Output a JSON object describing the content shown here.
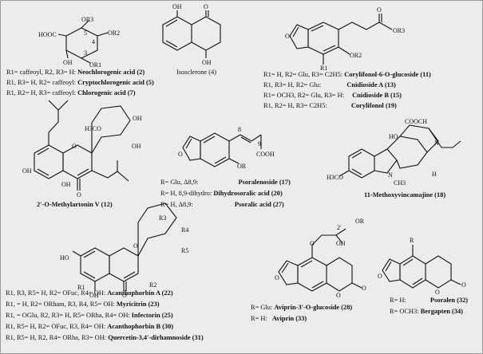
{
  "c1": {
    "ring_labels": {
      "o3": "OR3",
      "o2": "OR2",
      "o1": "OR1",
      "n5": "5",
      "n4": "4",
      "n3": "3",
      "hooc": "HOOC",
      "oh": "OH"
    },
    "entries": [
      {
        "subs": "R1= caffeoyl, R2, R3= H:",
        "name": "Neochlorogenic acid",
        "num": "(2)"
      },
      {
        "subs": "R1, R3= H, R2= caffeoyl:",
        "name": "Cryptochlorogenic acid",
        "num": "(5)"
      },
      {
        "subs": "R1, R2= H, R3= caffeoyl:",
        "name": "Chlorogenic acid",
        "num": "(7)"
      }
    ]
  },
  "c2": {
    "labels": {
      "oh": "OH",
      "o": "O",
      "oh2": "OH"
    },
    "name": "Isosclerone (4)"
  },
  "c3": {
    "labels": {
      "o": "O",
      "carbonyl_o": "O",
      "or3": "OR3",
      "or2": "OR2",
      "r1": "R1"
    },
    "entries": [
      {
        "subs": "R1= H, R2= Glu, R3= C2H5:",
        "name": "Corylifonol-6-O-glucoside (11)"
      },
      {
        "subs": "R1, R3= H, R2= Glu:",
        "name": "Cnidioside A (13)"
      },
      {
        "subs": "R1= OCH3, R2= Glu, R3= H:",
        "name": "Cnidioside B (15)"
      },
      {
        "subs": "R1, R2= H, R3= C2H5:",
        "name": "Corylifonol (19)"
      }
    ]
  },
  "c4": {
    "labels": {
      "h3co": "H3CO",
      "oh1": "OH",
      "oh2": "OH",
      "oh3": "OH",
      "oh4": "OH",
      "o": "O",
      "oh5": "OH",
      "o2": "O"
    },
    "name": "2′-O-Methylartonin V (12)"
  },
  "c5": {
    "labels": {
      "n8": "8",
      "n9": "9",
      "cooh": "COOH",
      "o": "O",
      "or": "OR"
    },
    "entries": [
      {
        "subs": "R= Glu, Δ8,9:",
        "name": "Psoralenoside (17)"
      },
      {
        "subs": "R= H, 8,9-dihydro:",
        "name": "Dihydrosoralic acid (20)"
      },
      {
        "subs": "R= H, Δ8,9:",
        "name": "Psoralic acid (27)"
      }
    ]
  },
  "c6": {
    "labels": {
      "cooch": "COOCH",
      "ho": "HO",
      "n": "N",
      "h3co": "H3CO",
      "nb": "N",
      "ch3": "CH3",
      "h": "H"
    },
    "name": "11-Methoxyvincamajine (18)"
  },
  "c7": {
    "labels": {
      "r3": "R3",
      "r4": "R4",
      "r5": "R5",
      "ho": "HO",
      "oh": "OH",
      "o": "O",
      "r2": "R2",
      "r1": "R1",
      "o2": "O"
    },
    "entries": [
      {
        "subs": "R1, R3, R5= H, R2= OFuc, R4= OH:",
        "name": "Acanthophorbin A (22)"
      },
      {
        "subs": "R1, = H, R2= ORham, R3, R4, R5= OH:",
        "name": "Myricitrin (23)"
      },
      {
        "subs": "R1, = OGlu, R2, R3= H, R5= ORha, R4= OH:",
        "name": "Infectorin (25)"
      },
      {
        "subs": "R1, R5= H, R2= OFuc, R3, R4= OH:",
        "name": "Acanthophorbin B (30)"
      },
      {
        "subs": "R1, R5= H, R2, R4= ORha, R3= OH:",
        "name": "Quercetin-3,4′-dirhamnoside (31)"
      }
    ]
  },
  "c8": {
    "labels": {
      "o1": "O",
      "n2": "2′",
      "or": "OR",
      "oh": "OH",
      "o2": "O",
      "o3": "O",
      "o4": "O"
    },
    "entries": [
      {
        "subs": "R= Glu:",
        "name": "Aviprin-3′-O-glucoside (28)"
      },
      {
        "subs": "R= H:",
        "name": "Aviprin (33)"
      }
    ]
  },
  "c9": {
    "labels": {
      "r": "R",
      "o1": "O",
      "o2": "O",
      "o3": "O"
    },
    "entries": [
      {
        "subs": "R= H:",
        "name": "Psoralen (32)"
      },
      {
        "subs": "R= OCH3:",
        "name": "Bergapten (34)"
      }
    ]
  }
}
